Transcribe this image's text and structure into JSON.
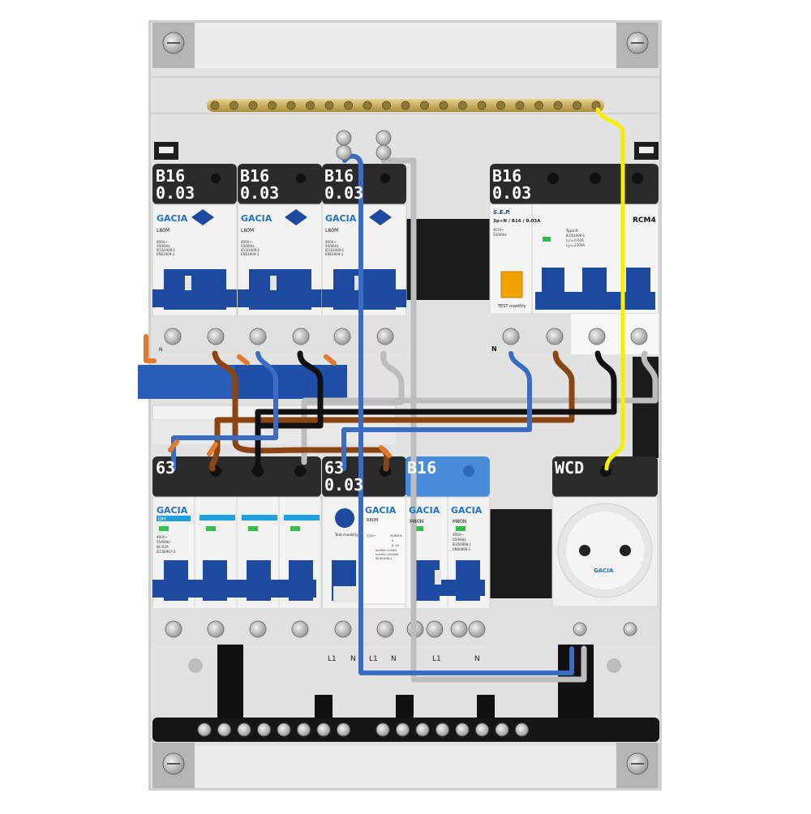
{
  "top_row": {
    "breakers": [
      {
        "rating": "B16",
        "sensitivity": "0.03",
        "brand": "GACIA",
        "model": "L80M",
        "spec_lines": [
          "400V~",
          "50/60Hz",
          "IEC61009-1",
          "EN61009-1"
        ],
        "terminal_label": "N"
      },
      {
        "rating": "B16",
        "sensitivity": "0.03",
        "brand": "GACIA",
        "model": "L80M",
        "spec_lines": [
          "400V~",
          "50/60Hz",
          "IEC61009-1",
          "EN61009-1"
        ]
      },
      {
        "rating": "B16",
        "sensitivity": "0.03",
        "brand": "GACIA",
        "model": "L80M",
        "spec_lines": [
          "400V~",
          "50/60Hz",
          "IEC61009-1",
          "EN61009-1"
        ]
      }
    ],
    "sep_unit": {
      "rating": "B16",
      "sensitivity": "0.03",
      "brand": "S.E.P.",
      "title": "3p+N / B16 / 0.03A",
      "spec_lines": [
        "415V~",
        "50/60Hz"
      ],
      "test_label": "TEST monthly",
      "type_lines": [
        "Type:A",
        "IEC61008-1",
        "I△n=0.03A",
        "I△n=2500A"
      ],
      "model": "RCM4",
      "terminal_label": "N"
    }
  },
  "bottom_row": {
    "main_switch": {
      "rating": "63",
      "brand": "GACIA",
      "badge": "DH",
      "spec_lines": [
        "400V~",
        "50/60Hz",
        "AC-63A",
        "IEC60947-3"
      ]
    },
    "rcd": {
      "rating": "63",
      "sensitivity": "0.03",
      "brand": "GACIA",
      "model": "R80M",
      "test_label": "Test monthly",
      "spec_lines": [
        "230V~",
        "50/60Hz",
        "A",
        "6 ·10",
        "Im/dIm=1000A",
        "Icn/dIn=10000A",
        "IEC61008-1"
      ]
    },
    "mcb": {
      "rating": "B16",
      "brands": [
        "GACIA",
        "GACIA"
      ],
      "models": [
        "M80N",
        "M80N"
      ],
      "spec_lines": [
        "400V~",
        "50/60Hz",
        "IEC60898-1",
        "EN60898-1"
      ]
    },
    "socket": {
      "label": "WCD",
      "brand": "GACIA"
    },
    "terminal_labels": [
      "L1",
      "N",
      "L1",
      "N",
      "L1",
      "N"
    ]
  },
  "colors": {
    "enclosure": "#d9d9d9",
    "breaker_cap": "#2b2b2b",
    "toggle_blue": "#1c4aa0",
    "wire_brown": "#8b4513",
    "wire_blue": "#3b6cc4",
    "wire_black": "#111111",
    "wire_grey": "#bdbdbd",
    "wire_yellow": "#f6ef00",
    "busbar_brass": "#c8b060",
    "sep_cap_blue": "#4a8cdc"
  }
}
